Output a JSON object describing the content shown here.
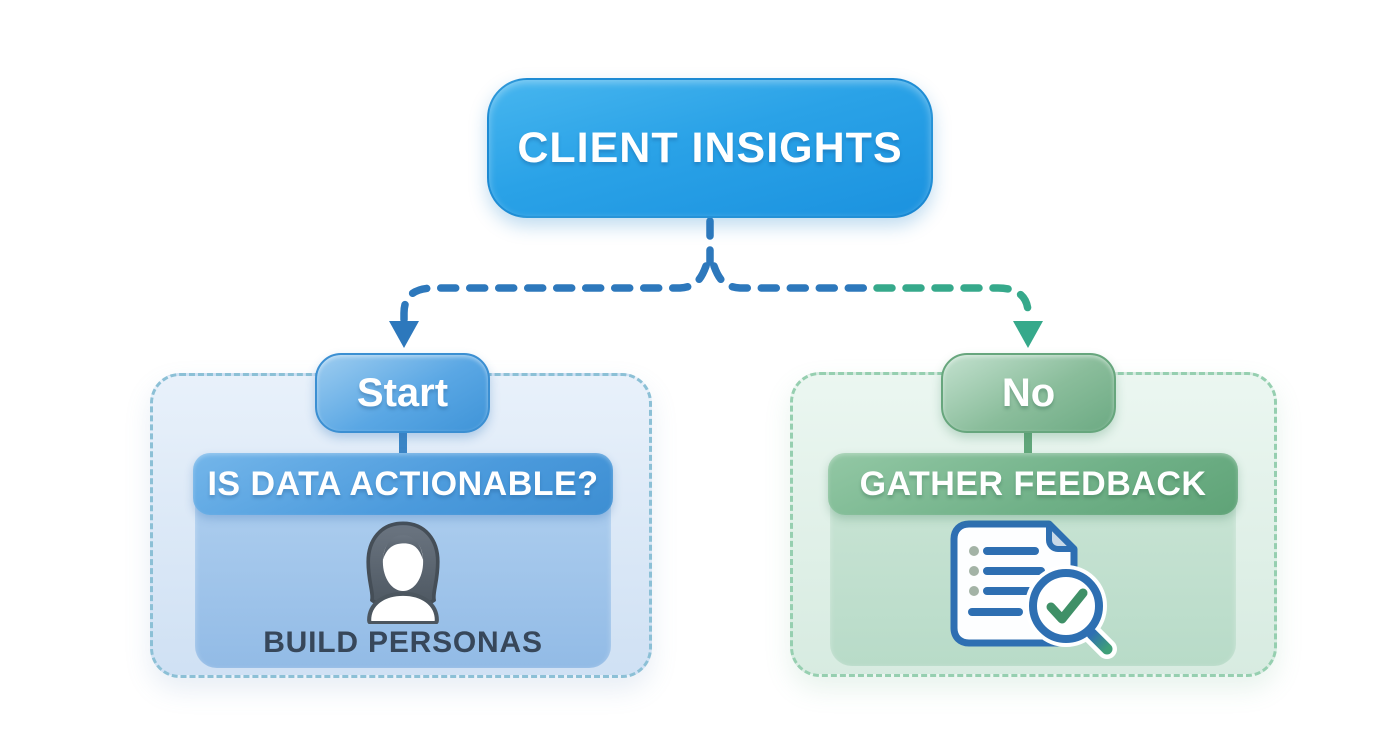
{
  "title_node": {
    "label": "CLIENT INSIGHTS"
  },
  "branch_left": {
    "pill_label": "Start",
    "header_label": "IS DATA ACTIONABLE?",
    "body_label": "BUILD PERSONAS",
    "icon": "persona-woman-icon"
  },
  "branch_right": {
    "pill_label": "No",
    "header_label": "GATHER FEEDBACK",
    "icon": "document-check-search-icon"
  },
  "colors": {
    "root_blue": "#28a0e6",
    "connector_blue": "#2d78bc",
    "connector_green": "#36a98b",
    "left_header_blue": "#4b9adc",
    "left_body_blue": "#a4c8ec",
    "left_card_bg": "#d9e7f6",
    "left_card_border": "#8cc0d6",
    "right_header_green": "#6fb087",
    "right_body_green": "#c2e0d0",
    "right_card_bg": "#e2f1e9",
    "right_card_border": "#96cfb0",
    "caption_text": "#37475a",
    "icon_blue": "#2e6fb2",
    "check_green": "#3f9067"
  }
}
